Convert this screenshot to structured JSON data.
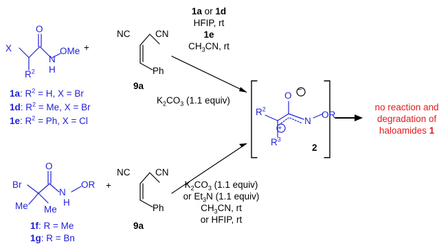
{
  "diagram": {
    "top_conditions": [
      "1a",
      "or",
      "1d",
      "HFIP, rt",
      "1e",
      "CH",
      "3",
      "CN, rt"
    ],
    "base_condition": [
      "K",
      "2",
      "CO",
      "3",
      " (1.1 equiv)"
    ],
    "bottom_conditions": [
      "K",
      "2",
      "CO",
      "3",
      " (1.1 equiv)",
      "or Et",
      "3",
      "N (1.1 equiv)",
      "CH",
      "3",
      "CN, rt",
      "or HFIP, rt"
    ],
    "compound_labels": {
      "c1a": [
        "1a",
        ": R",
        "2",
        " = H, X = Br"
      ],
      "c1d": [
        "1d",
        ": R",
        "2",
        " = Me, X = Br"
      ],
      "c1e": [
        "1e",
        ": R",
        "2",
        " = Ph, X = Cl"
      ],
      "c1f": [
        "1f",
        ": R = Me"
      ],
      "c1g": [
        "1g",
        ": R = Bn"
      ],
      "c9a_top": "9a",
      "c9a_bottom": "9a",
      "c2": "2"
    },
    "atoms": {
      "O": "O",
      "N": "N",
      "H": "H",
      "OMe": "OMe",
      "X": "X",
      "R2": "R",
      "R2_sup": "2",
      "Br": "Br",
      "Me": "Me",
      "OR": "OR",
      "NC": "NC",
      "CN": "CN",
      "Ph": "Ph",
      "R3": "R",
      "R3_sup": "3",
      "plus": "+"
    },
    "result": [
      "no reaction and",
      "degradation of",
      "haloamides",
      "1"
    ]
  },
  "colors": {
    "blue": "#1f1fd6",
    "red": "#e21b1b",
    "black": "#000000"
  }
}
